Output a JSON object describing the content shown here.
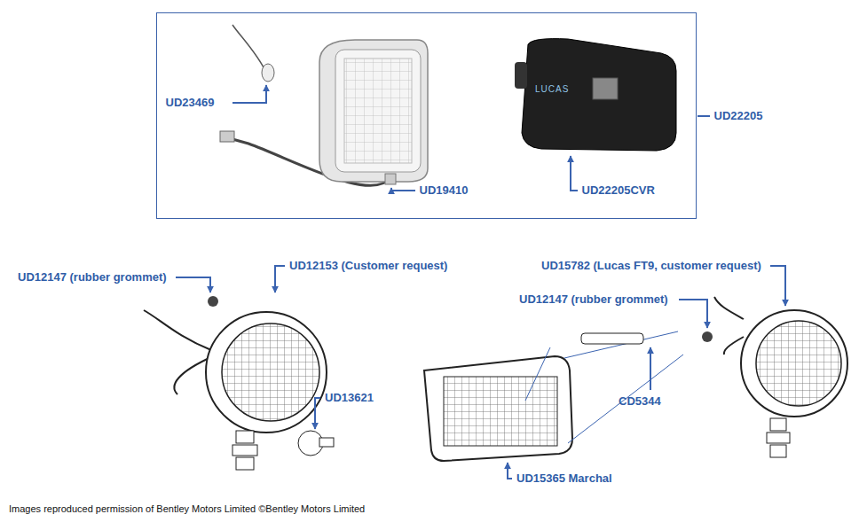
{
  "diagram": {
    "nodes": [
      {
        "text": [
          "UD23469",
          "UD19410",
          "UD22205CVR",
          "UD22205"
        ]
      }
    ],
    "labels": [
      "UD12147 (rubber grommet)",
      "UD12153 (Customer request)",
      "UD13621",
      "UD15782 (Lucas FT9, customer request)",
      "UD12147 (rubber grommet)",
      "CD5344",
      "UD15365 Marchal",
      "LUCAS",
      "Images reproduced permission of Bentley Motors Limited ©Bentley Motors Limited"
    ]
  }
}
